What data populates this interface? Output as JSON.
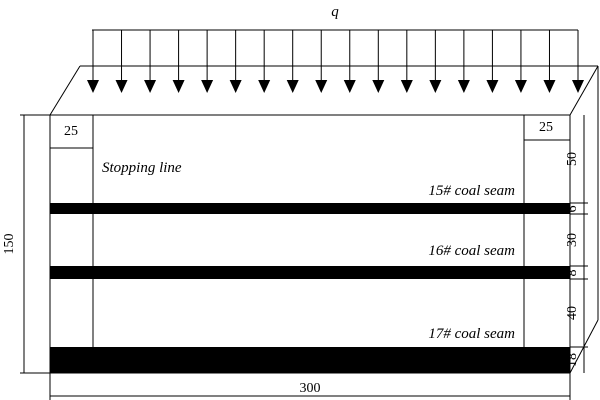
{
  "load": {
    "symbol": "q",
    "arrow_count": 18
  },
  "labels": {
    "stopping_line": "Stopping line",
    "seam_15": "15# coal seam",
    "seam_16": "16# coal seam",
    "seam_17": "17# coal seam"
  },
  "dimensions": {
    "width": "300",
    "height": "150",
    "left_offset": "25",
    "right_offset": "25",
    "gap_top": "50",
    "seam_15_thickness": "6",
    "gap_15_16": "30",
    "seam_16_thickness": "8",
    "gap_16_17": "40",
    "seam_17_thickness": "18"
  },
  "colors": {
    "line": "#000000",
    "seam": "#000000",
    "background": "#ffffff"
  }
}
